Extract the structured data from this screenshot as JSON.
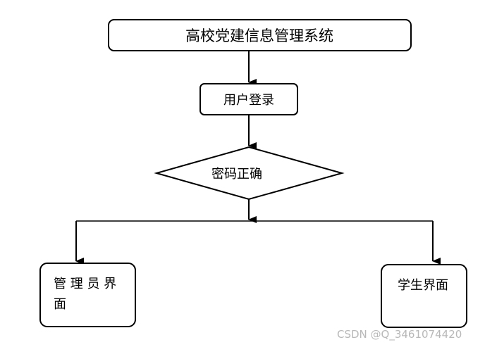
{
  "diagram": {
    "title_box": "高校党建信息管理系统",
    "login_box": "用户登录",
    "decision": "密码正确",
    "admin_box_line1": "管 理 员 界",
    "admin_box_line2": "面",
    "student_box": "学生界面"
  },
  "watermark": "CSDN @Q_3461074420",
  "colors": {
    "stroke": "#000000",
    "background": "#ffffff",
    "watermark": "#b8b8b8"
  }
}
